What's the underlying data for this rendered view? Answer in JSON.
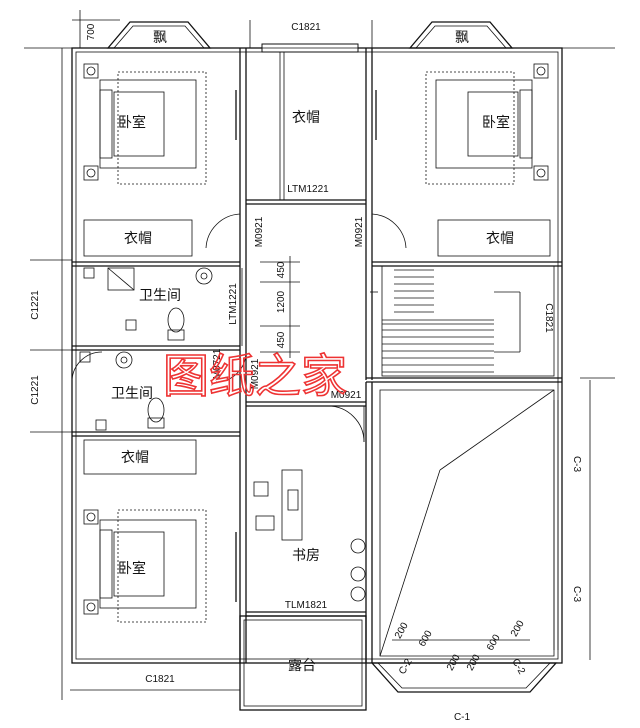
{
  "rooms": {
    "bedroom_tl": "卧室",
    "bedroom_tr": "卧室",
    "bedroom_bl": "卧室",
    "wardrobe_center": "衣帽",
    "wardrobe_tl": "衣帽",
    "wardrobe_tr": "衣帽",
    "wardrobe_bl": "衣帽",
    "bathroom_1": "卫生间",
    "bathroom_2": "卫生间",
    "study": "书房",
    "terrace": "露台",
    "bay_tl": "飘",
    "bay_tr": "飘"
  },
  "codes": {
    "c1821_top": "C1821",
    "c1821_bottom": "C1821",
    "c1821_stair": "C1821",
    "c1221_a": "C1221",
    "c1221_b": "C1221",
    "ltm1221_top": "LTM1221",
    "ltm1221_side": "LTM1221",
    "ltm1821": "TLM1821",
    "m0921_a": "M0921",
    "m0921_b": "M0921",
    "m0921_c": "M0921",
    "m0921_d": "M0921",
    "m0721": "M0721",
    "c3_a": "C-3",
    "c3_b": "C-3",
    "c2_a": "C-2",
    "c2_b": "C-2",
    "c1": "C-1"
  },
  "dims": {
    "d700": "700",
    "d450_a": "450",
    "d1200": "1200",
    "d450_b": "450",
    "d200_a": "200",
    "d600_a": "600",
    "d200_b": "200",
    "d200_c": "200",
    "d600_b": "600",
    "d200_d": "200"
  },
  "watermark": "图纸之家"
}
